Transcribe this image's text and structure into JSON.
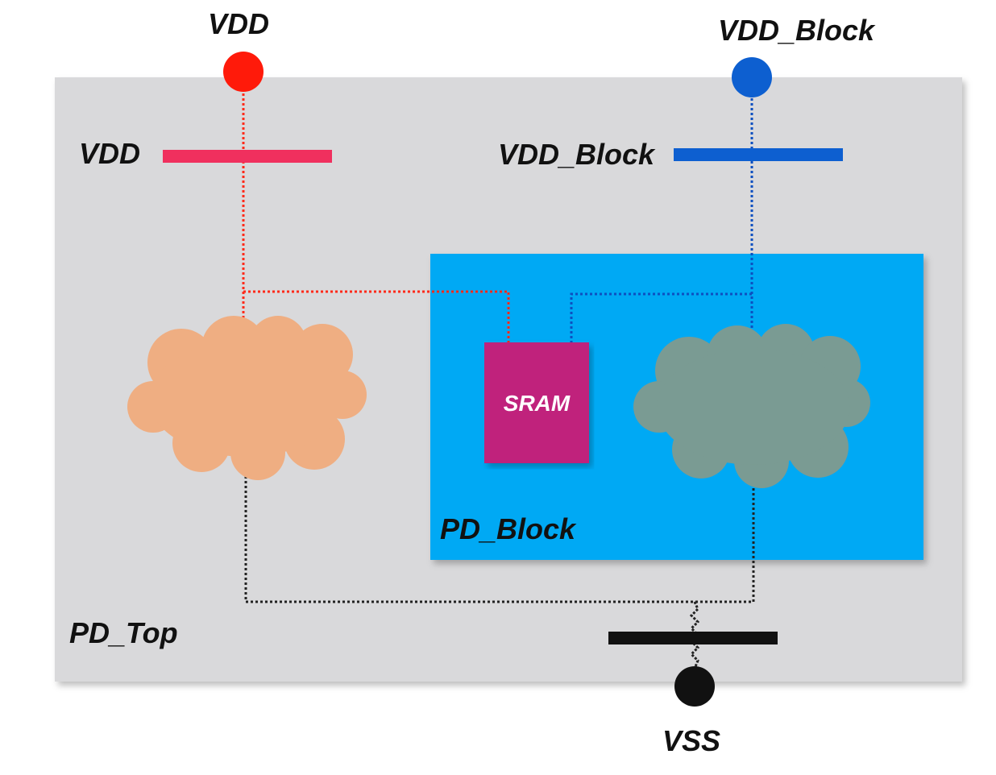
{
  "labels": {
    "vdd_pin": "VDD",
    "vdd_block_pin": "VDD_Block",
    "vdd_rail": "VDD",
    "vdd_block_rail": "VDD_Block",
    "sram": "SRAM",
    "pd_block": "PD_Block",
    "pd_top": "PD_Top",
    "vss_pin": "VSS"
  },
  "colors": {
    "pd_top_fill": "#d9d9db",
    "pd_block_fill": "#03a9f4",
    "vdd": "#ff1a0a",
    "vdd_rail": "#f0305e",
    "vdd_block": "#0d5fd0",
    "vss": "#111111",
    "sram_fill": "#c0217c",
    "top_cloud": "#efae82",
    "block_cloud": "#7a9b93"
  }
}
